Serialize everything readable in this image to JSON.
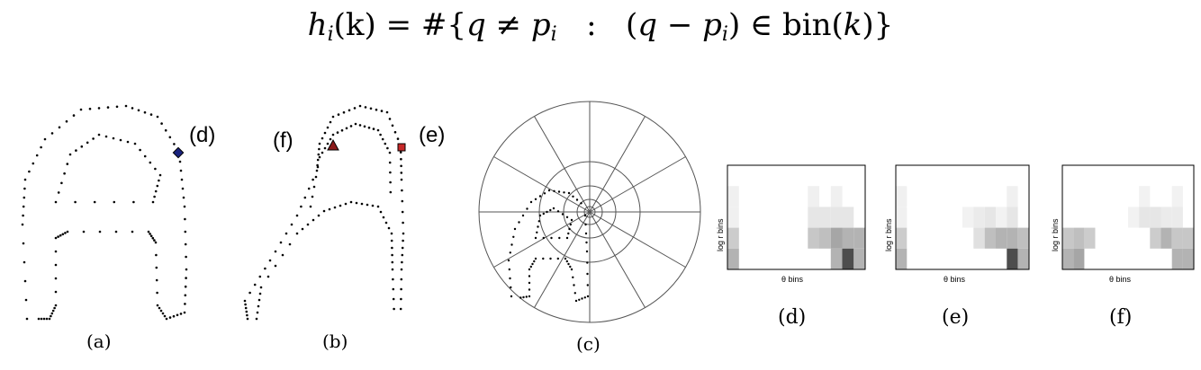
{
  "formula": {
    "lhs_h": "h",
    "lhs_sub": "i",
    "lhs_arg": "(k) = #{",
    "q": "q",
    "neq": " ≠ ",
    "p": "p",
    "p_sub": "i",
    "colon": "   :   ",
    "paren_open": "(",
    "q2": "q",
    "minus": " − ",
    "p2": "p",
    "p2_sub": "i",
    "in_bin": ") ∈ bin(",
    "k": "k",
    "close": ")}"
  },
  "panels": {
    "a": {
      "caption": "(a)",
      "point_label": "(d)"
    },
    "b": {
      "caption": "(b)",
      "point_label_left": "(f)",
      "point_label_right": "(e)"
    },
    "c": {
      "caption": "(c)"
    },
    "d": {
      "caption": "(d)",
      "ylabel": "log r bins",
      "xlabel": "θ bins"
    },
    "e": {
      "caption": "(e)",
      "ylabel": "log r bins",
      "xlabel": "θ bins"
    },
    "f": {
      "caption": "(f)",
      "ylabel": "log r bins",
      "xlabel": "θ bins"
    }
  },
  "marker_colors": {
    "d_marker": "#1a237e",
    "e_marker": "#c62828",
    "f_marker": "#8b1a1a"
  },
  "histograms": {
    "d": [
      [
        0,
        0,
        0,
        0,
        0,
        0,
        0,
        0,
        0,
        0,
        0,
        0
      ],
      [
        0.06,
        0,
        0,
        0,
        0,
        0,
        0,
        0.06,
        0,
        0.06,
        0,
        0
      ],
      [
        0.06,
        0,
        0,
        0,
        0,
        0,
        0,
        0.1,
        0.1,
        0.1,
        0.1,
        0
      ],
      [
        0.2,
        0,
        0,
        0,
        0,
        0,
        0,
        0.22,
        0.25,
        0.35,
        0.3,
        0.3
      ],
      [
        0.3,
        0,
        0,
        0,
        0,
        0,
        0,
        0,
        0,
        0.3,
        0.7,
        0.3
      ]
    ],
    "e": [
      [
        0,
        0,
        0,
        0,
        0,
        0,
        0,
        0,
        0,
        0,
        0,
        0
      ],
      [
        0.06,
        0,
        0,
        0,
        0,
        0,
        0,
        0,
        0,
        0,
        0.06,
        0
      ],
      [
        0.06,
        0,
        0,
        0,
        0,
        0,
        0.05,
        0.08,
        0.1,
        0.05,
        0.1,
        0
      ],
      [
        0.2,
        0,
        0,
        0,
        0,
        0,
        0,
        0.12,
        0.25,
        0.3,
        0.3,
        0.25
      ],
      [
        0.3,
        0,
        0,
        0,
        0,
        0,
        0,
        0,
        0,
        0,
        0.7,
        0.3
      ]
    ],
    "f": [
      [
        0,
        0,
        0,
        0,
        0,
        0,
        0,
        0,
        0,
        0,
        0,
        0
      ],
      [
        0,
        0,
        0,
        0,
        0,
        0,
        0,
        0.05,
        0,
        0,
        0.05,
        0
      ],
      [
        0,
        0,
        0,
        0,
        0,
        0,
        0.05,
        0.1,
        0.1,
        0.08,
        0.08,
        0
      ],
      [
        0.22,
        0.25,
        0.2,
        0,
        0,
        0,
        0,
        0,
        0.2,
        0.3,
        0.22,
        0.22
      ],
      [
        0.3,
        0.35,
        0,
        0,
        0,
        0,
        0,
        0,
        0,
        0,
        0.3,
        0.3
      ]
    ]
  }
}
